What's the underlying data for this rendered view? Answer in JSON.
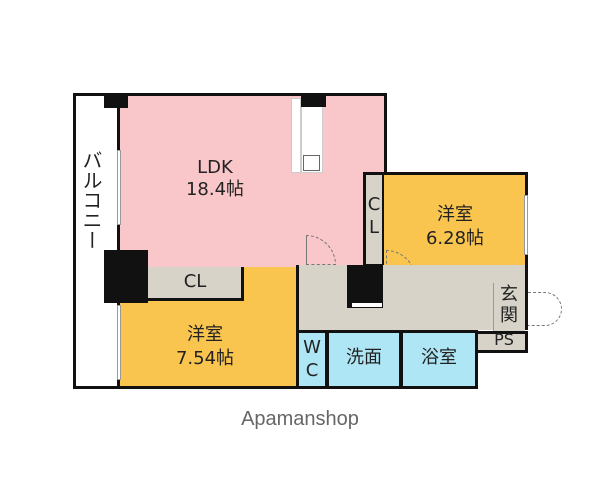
{
  "floorplan": {
    "rooms": {
      "balcony": {
        "label": "バルコニー"
      },
      "ldk": {
        "name": "LDK",
        "size": "18.4帖",
        "color": "#f9c6c9"
      },
      "cl_ldk_right": {
        "label_top": "C",
        "label_bottom": "L"
      },
      "bedroom_right": {
        "name": "洋室",
        "size": "6.28帖",
        "color": "#f9c54e"
      },
      "cl_bedroom_left": {
        "label": "CL"
      },
      "bedroom_left": {
        "name": "洋室",
        "size": "7.54帖",
        "color": "#f9c54e"
      },
      "hallway": {
        "color": "#d7d3c8"
      },
      "entrance": {
        "label_top": "玄",
        "label_bottom": "関"
      },
      "ps": {
        "label": "PS"
      },
      "wc": {
        "label_top": "W",
        "label_bottom": "C",
        "color": "#aee6f5"
      },
      "washroom": {
        "label": "洗面",
        "color": "#aee6f5"
      },
      "bathroom": {
        "label": "浴室",
        "color": "#aee6f5"
      }
    }
  },
  "footer": {
    "brand": "Apamanshop"
  }
}
